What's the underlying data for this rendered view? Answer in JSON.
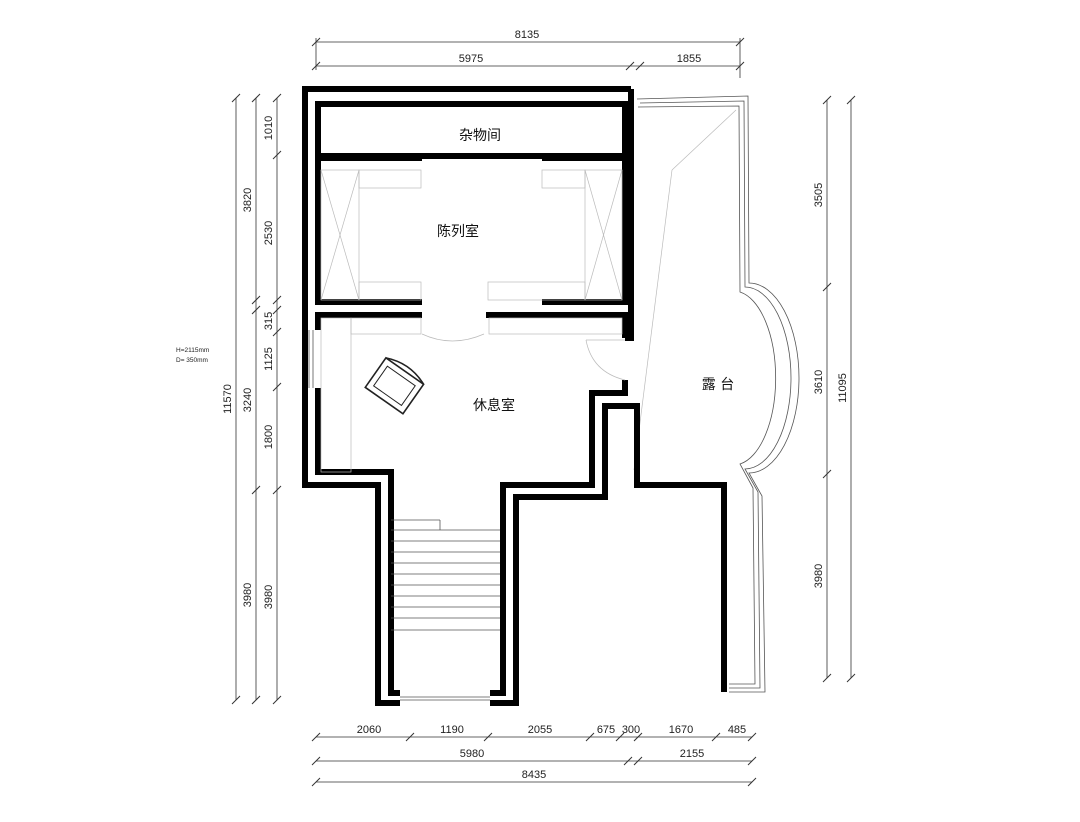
{
  "rooms": {
    "storage": "杂物间",
    "display": "陈列室",
    "lounge": "休息室",
    "terrace": "露 台"
  },
  "note": {
    "height": "H=2115mm",
    "depth": "D= 350mm"
  },
  "dims": {
    "top_total": "8135",
    "top_left": "5975",
    "top_right": "1855",
    "bottom_segments": [
      "2060",
      "1190",
      "2055",
      "675",
      "300",
      "1670",
      "485"
    ],
    "bottom_left": "5980",
    "bottom_right": "2155",
    "bottom_total": "8435",
    "left_total": "11570",
    "left_mid": [
      "3820",
      "3240",
      "3980"
    ],
    "left_inner": [
      "1010",
      "2530",
      "315",
      "1125",
      "1800",
      "3980"
    ],
    "right_total": "11095",
    "right_segments": [
      "3505",
      "3610",
      "3980"
    ]
  }
}
